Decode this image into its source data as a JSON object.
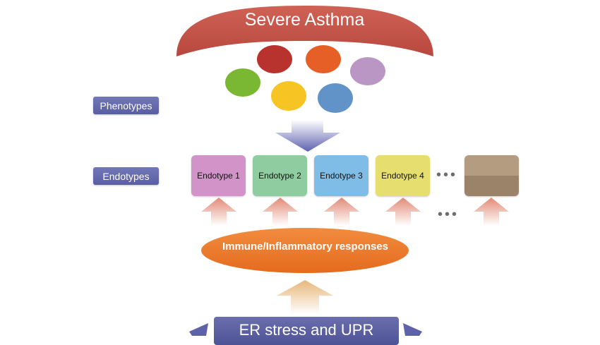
{
  "title": "Severe Asthma",
  "labels": {
    "phenotypes": "Phenotypes",
    "endotypes": "Endotypes"
  },
  "endotypes": [
    {
      "label": "Endotype 1",
      "color": "#d293c9"
    },
    {
      "label": "Endotype 2",
      "color": "#8fcc9f"
    },
    {
      "label": "Endotype 3",
      "color": "#7fbde6"
    },
    {
      "label": "Endotype 4",
      "color": "#e6df70"
    },
    {
      "label": "",
      "color": "#a08a70"
    }
  ],
  "ellipsis": "•••",
  "phenotype_colors": [
    "#b8322e",
    "#e65f27",
    "#b996c3",
    "#7ab833",
    "#f7c523",
    "#6193c9"
  ],
  "immune_label": "Immune/Inflammatory responses",
  "er_label": "ER stress and UPR"
}
